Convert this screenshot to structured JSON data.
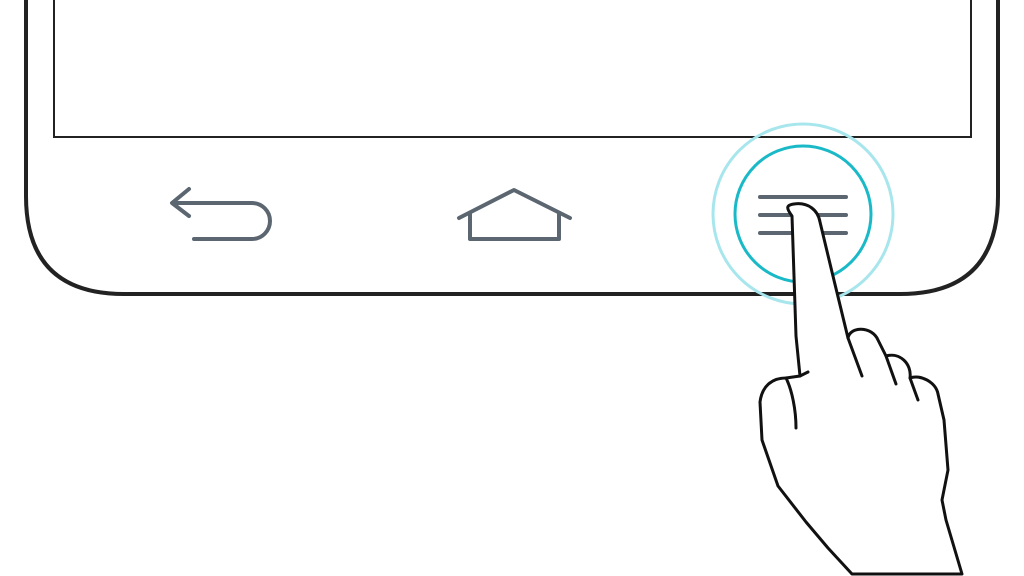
{
  "device": {
    "navigation_bar": {
      "buttons": [
        {
          "id": "back",
          "icon": "back-arrow-icon",
          "highlighted": false
        },
        {
          "id": "home",
          "icon": "home-icon",
          "highlighted": false
        },
        {
          "id": "menu",
          "icon": "menu-icon",
          "highlighted": true
        }
      ]
    },
    "gesture": "tap",
    "gesture_target": "menu"
  },
  "colors": {
    "outline": "#222222",
    "icon": "#5b6670",
    "highlight_ring": "#1ab9c7",
    "highlight_ring_outer": "#a7e6ec",
    "hand_fill": "#ffffff",
    "background": "#ffffff"
  }
}
